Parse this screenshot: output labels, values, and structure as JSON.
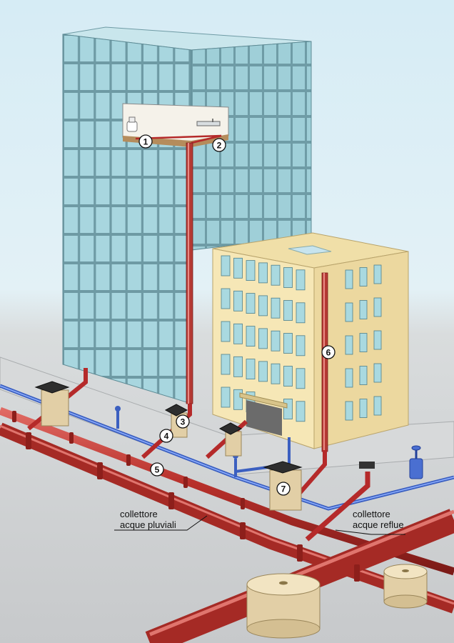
{
  "callouts": [
    "1",
    "2",
    "3",
    "4",
    "5",
    "6",
    "7"
  ],
  "labels": {
    "storm_collector": [
      "collettore",
      "acque pluviali"
    ],
    "waste_collector": [
      "collettore",
      "acque reflue"
    ]
  },
  "colors": {
    "sky_top": "#d3e9f2",
    "ground": "#c8cacc",
    "glass": "#a9d9e0",
    "facade": "#f6e7b6",
    "waste_pipe": "#b52a2a",
    "storm_pipe": "#4a6fd1",
    "manhole": "#e2cfa6"
  }
}
